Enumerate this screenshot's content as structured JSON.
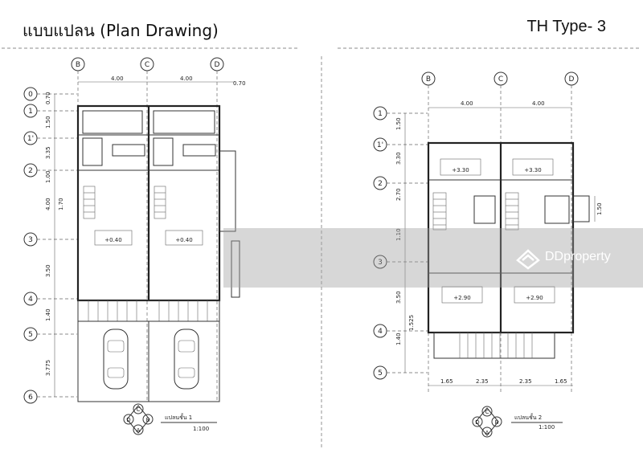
{
  "header": {
    "title": "แบบแปลน (Plan Drawing)",
    "type_label": "TH Type- 3"
  },
  "watermark": {
    "text": "DDproperty",
    "color": "#ffffff"
  },
  "plan_left": {
    "gridlines_top": [
      "B",
      "C",
      "D"
    ],
    "gridlines_side": [
      "0",
      "1",
      "1'",
      "2",
      "3",
      "4",
      "5",
      "6"
    ],
    "dims_top": [
      "4.00",
      "4.00",
      "0.70"
    ],
    "dims_side": [
      "0.70",
      "1.50",
      "3.35",
      "1.00",
      "1.70",
      "4.00",
      "3.50",
      "1.40",
      "3.775"
    ],
    "rooms": [
      "+0.40",
      "+0.40"
    ],
    "compass": [
      "C",
      "D",
      "B",
      "A"
    ],
    "caption": "แปลนชั้น 1",
    "scale": "1:100"
  },
  "plan_right": {
    "gridlines_top": [
      "B",
      "C",
      "D"
    ],
    "gridlines_side": [
      "1",
      "1'",
      "2",
      "3",
      "4",
      "5"
    ],
    "dims_top": [
      "4.00",
      "4.00"
    ],
    "dims_bottom": [
      "1.65",
      "2.35",
      "2.35",
      "1.65"
    ],
    "dims_side": [
      "1.50",
      "3.30",
      "2.70",
      "1.10",
      "3.50",
      "1.40",
      "1.525"
    ],
    "rooms": [
      "+3.30",
      "+3.30",
      "+2.90",
      "+2.90"
    ],
    "side_dim": "1.50",
    "compass": [
      "C",
      "D",
      "B",
      "A"
    ],
    "caption": "แปลนชั้น 2",
    "scale": "1:100"
  }
}
